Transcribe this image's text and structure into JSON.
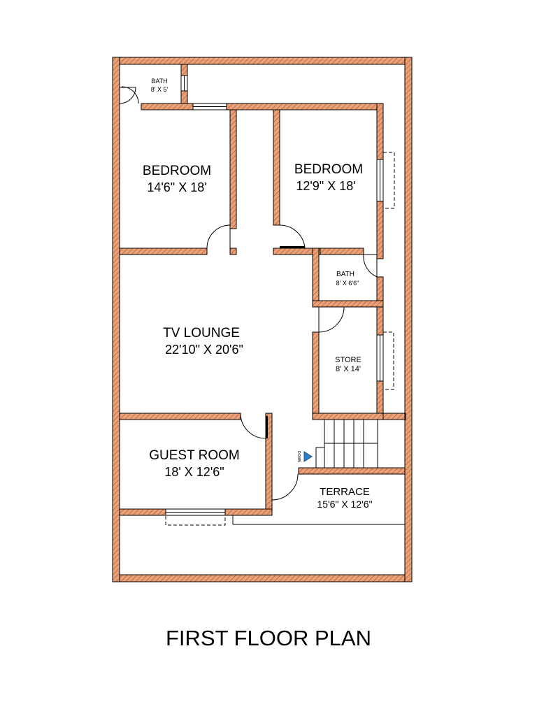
{
  "plan_title": "FIRST FLOOR PLAN",
  "colors": {
    "wall_fill": "#e8a27a",
    "wall_hatch": "#b5502a",
    "stair_arrow": "#2f7fc8"
  },
  "rooms": {
    "bath_top": {
      "name": "BATH",
      "size": "8' X 5'"
    },
    "bedroom_left": {
      "name": "BEDROOM",
      "size": "14'6\" X 18'"
    },
    "bedroom_right": {
      "name": "BEDROOM",
      "size": "12'9\" X 18'"
    },
    "bath_mid": {
      "name": "BATH",
      "size": "8' X 6'6\""
    },
    "tv_lounge": {
      "name": "TV LOUNGE",
      "size": "22'10\" X 20'6\""
    },
    "store": {
      "name": "STORE",
      "size": "8' X 14'"
    },
    "guest_room": {
      "name": "GUEST ROOM",
      "size": "18' X 12'6\""
    },
    "terrace": {
      "name": "TERRACE",
      "size": "15'6\" X 12'6\""
    }
  },
  "stair_label": "DOWN"
}
